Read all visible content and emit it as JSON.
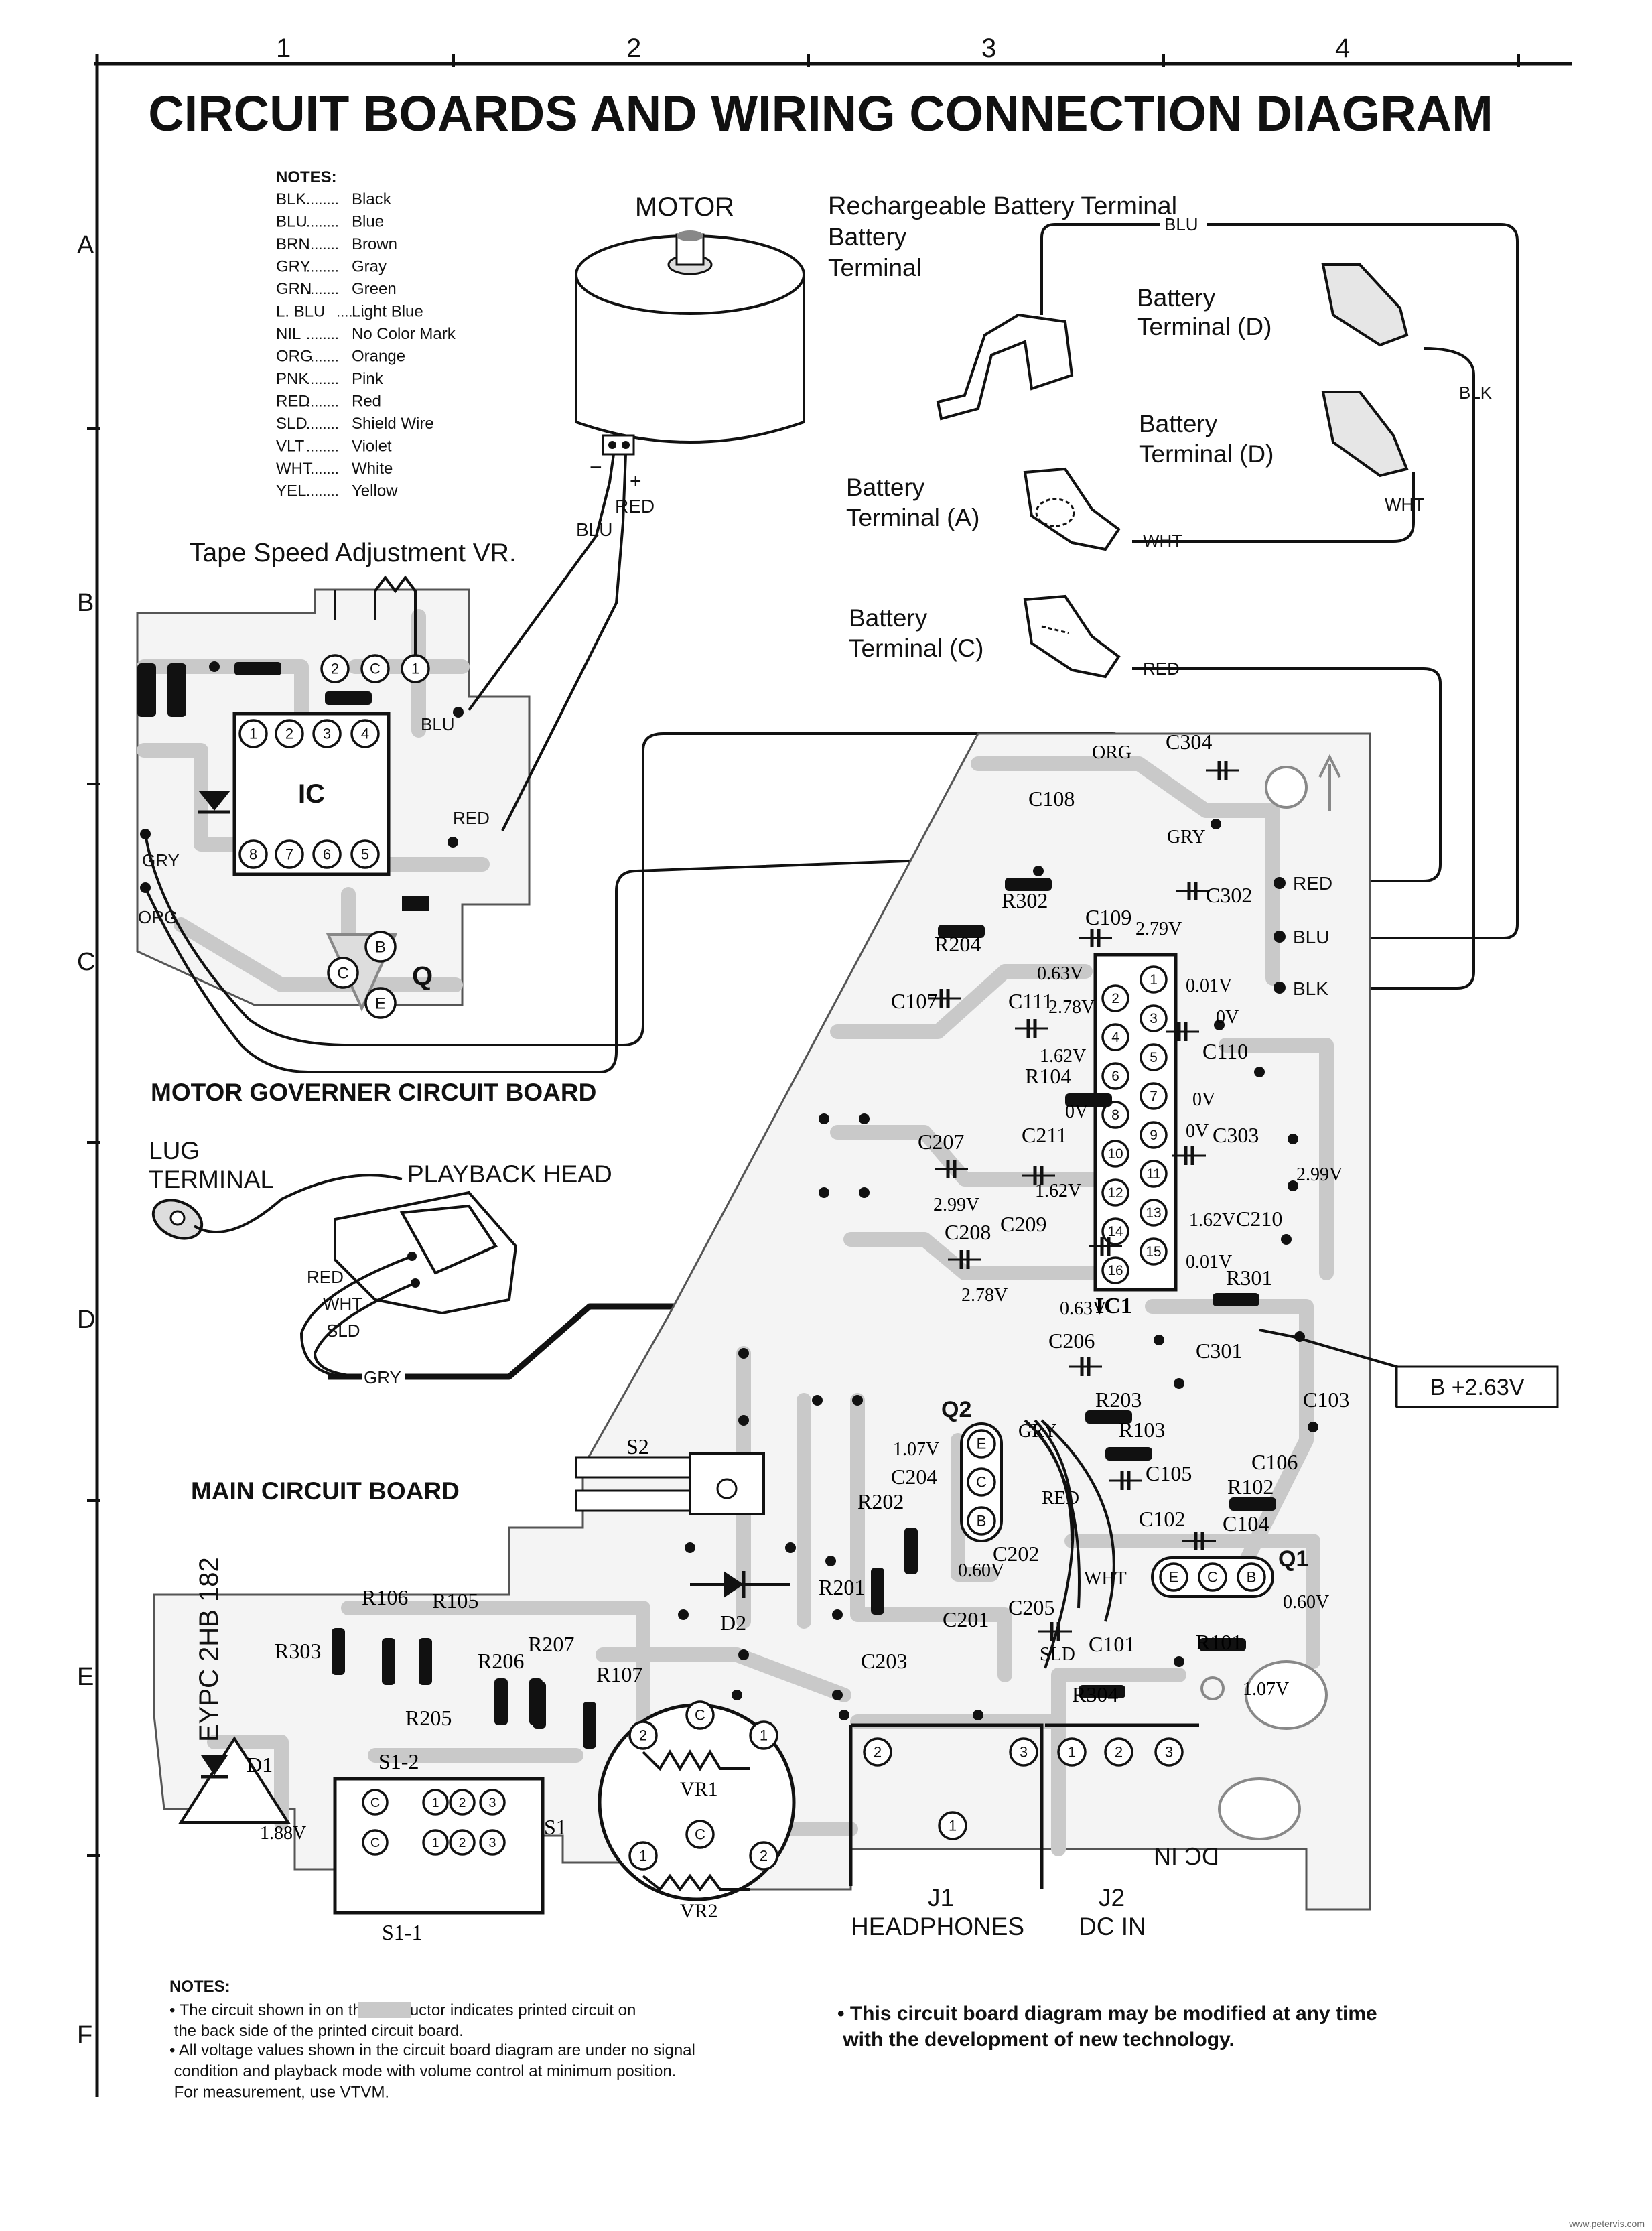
{
  "title": "CIRCUIT BOARDS AND WIRING CONNECTION DIAGRAM",
  "grid": {
    "columns": [
      "1",
      "2",
      "3",
      "4"
    ],
    "rows": [
      "A",
      "B",
      "C",
      "D",
      "E",
      "F"
    ]
  },
  "color_notes": {
    "heading": "NOTES:",
    "items": [
      {
        "code": "BLK",
        "name": "Black"
      },
      {
        "code": "BLU",
        "name": "Blue"
      },
      {
        "code": "BRN",
        "name": "Brown"
      },
      {
        "code": "GRY",
        "name": "Gray"
      },
      {
        "code": "GRN",
        "name": "Green"
      },
      {
        "code": "L. BLU",
        "name": "Light Blue"
      },
      {
        "code": "NIL",
        "name": "No Color Mark"
      },
      {
        "code": "ORG",
        "name": "Orange"
      },
      {
        "code": "PNK",
        "name": "Pink"
      },
      {
        "code": "RED",
        "name": "Red"
      },
      {
        "code": "SLD",
        "name": "Shield Wire"
      },
      {
        "code": "VLT",
        "name": "Violet"
      },
      {
        "code": "WHT",
        "name": "White"
      },
      {
        "code": "YEL",
        "name": "Yellow"
      }
    ]
  },
  "components": {
    "motor": "MOTOR",
    "rechargeable_battery_terminal": "Rechargeable\nBattery\nTerminal",
    "battery_terminal_d1": "Battery\nTerminal (D)",
    "battery_terminal_d2": "Battery\nTerminal (D)",
    "battery_terminal_a": "Battery\nTerminal (A)",
    "battery_terminal_c": "Battery\nTerminal (C)",
    "tape_speed_vr": "Tape Speed Adjustment VR.",
    "ic": "IC",
    "q": "Q",
    "motor_governer_board": "MOTOR GOVERNER CIRCUIT BOARD",
    "lug_terminal": "LUG\nTERMINAL",
    "playback_head": "PLAYBACK HEAD",
    "main_board": "MAIN CIRCUIT BOARD",
    "ic1": "IC1",
    "q1": "Q1",
    "q2": "Q2",
    "d1": "D1",
    "d2": "D2",
    "s1": "S1",
    "s1_1": "S1-1",
    "s1_2": "S1-2",
    "s2": "S2",
    "vr1": "VR1",
    "vr2": "VR2",
    "j1": "J1",
    "j1_label": "HEADPHONES",
    "j2": "J2",
    "j2_label": "DC IN",
    "b_plus": "B +2.63V",
    "board_mark": "EYPC 2HB 182",
    "dc_in_mark": "DC IN"
  },
  "wire_labels": {
    "blu": "BLU",
    "blk": "BLK",
    "wht": "WHT",
    "red": "RED",
    "gry": "GRY",
    "org": "ORG",
    "sld": "SLD",
    "minus": "−",
    "plus": "+"
  },
  "ref_designators": {
    "r101": "R101",
    "r102": "R102",
    "r103": "R103",
    "r104": "R104",
    "r105": "R105",
    "r106": "R106",
    "r107": "R107",
    "r201": "R201",
    "r202": "R202",
    "r203": "R203",
    "r204": "R204",
    "r205": "R205",
    "r206": "R206",
    "r207": "R207",
    "r301": "R301",
    "r302": "R302",
    "r303": "R303",
    "r304": "R304",
    "c101": "C101",
    "c102": "C102",
    "c103": "C103",
    "c104": "C104",
    "c105": "C105",
    "c106": "C106",
    "c107": "C107",
    "c108": "C108",
    "c109": "C109",
    "c110": "C110",
    "c111": "C111",
    "c201": "C201",
    "c202": "C202",
    "c203": "C203",
    "c204": "C204",
    "c205": "C205",
    "c206": "C206",
    "c207": "C207",
    "c208": "C208",
    "c209": "C209",
    "c210": "C210",
    "c211": "C211",
    "c301": "C301",
    "c302": "C302",
    "c303": "C303",
    "c304": "C304"
  },
  "voltages": {
    "v279": "2.79V",
    "v063a": "0.63V",
    "v278a": "2.78V",
    "v162a": "1.62V",
    "v0a": "0V",
    "v001a": "0.01V",
    "v0b": "0V",
    "v0c": "0V",
    "v0d": "0V",
    "v299a": "2.99V",
    "v299b": "2.99V",
    "v162b": "1.62V",
    "v162c": "1.62V",
    "v001b": "0.01V",
    "v278b": "2.78V",
    "v063b": "0.63V",
    "v107a": "1.07V",
    "v060a": "0.60V",
    "v060b": "0.60V",
    "v107b": "1.07V",
    "v188": "1.88V"
  },
  "ic_pins": {
    "top": [
      "1",
      "2",
      "3",
      "4"
    ],
    "bottom": [
      "8",
      "7",
      "6",
      "5"
    ],
    "q": [
      "B",
      "C",
      "E"
    ],
    "ic1_left": [
      "2",
      "4",
      "6",
      "8",
      "10",
      "12",
      "14",
      "16"
    ],
    "ic1_right": [
      "1",
      "3",
      "5",
      "7",
      "9",
      "11",
      "13",
      "15"
    ],
    "tape_vr": [
      "2",
      "C",
      "1"
    ],
    "vr1": [
      "2",
      "C",
      "1"
    ],
    "vr2": [
      "1",
      "C",
      "2"
    ],
    "q1": [
      "E",
      "C",
      "B"
    ],
    "q2": [
      "E",
      "C",
      "B"
    ],
    "j1": [
      "2",
      "3",
      "1"
    ],
    "j2": [
      "1",
      "2",
      "3"
    ],
    "s1_row1": [
      "C",
      "1",
      "2",
      "3"
    ],
    "s1_row2": [
      "C",
      "1",
      "2",
      "3"
    ]
  },
  "bottom_notes": {
    "heading": "NOTES:",
    "note1": "• The circuit shown in        on the conductor indicates printed circuit on\n  the back side of the printed circuit board.",
    "note2": "• All voltage values shown in the circuit board diagram are under no signal\n  condition and playback mode with volume control at minimum position.\n  For measurement, use VTVM.",
    "disclaimer": "• This circuit board diagram may be modified at any time\n  with the development of new technology."
  },
  "watermark": "www.petervis.com"
}
